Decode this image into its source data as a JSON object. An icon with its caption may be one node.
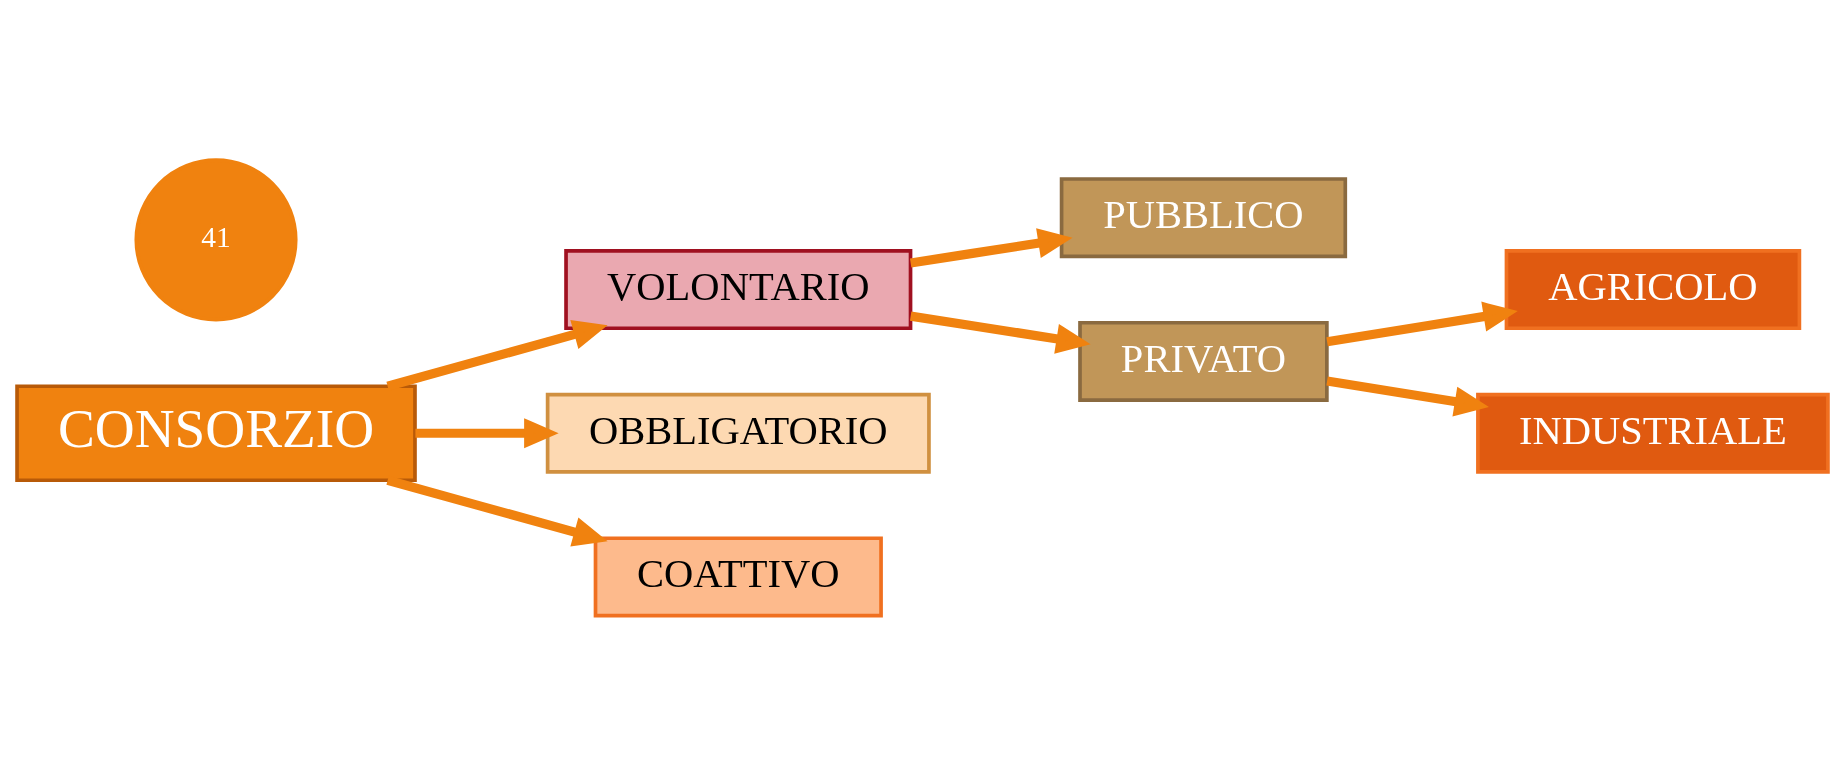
{
  "diagram": {
    "nodes": [
      {
        "text": [
          "CONSORZIO"
        ]
      },
      {
        "text": [
          "VOLONTARIO"
        ]
      },
      {
        "text": [
          "OBBLIGATORIO"
        ]
      },
      {
        "text": [
          "COATTIVO"
        ]
      },
      {
        "text": [
          "PUBBLICO"
        ]
      },
      {
        "text": [
          "PRIVATO"
        ]
      },
      {
        "text": [
          "AGRICOLO"
        ]
      },
      {
        "text": [
          "INDUSTRIALE"
        ]
      },
      {
        "text": [
          "41"
        ]
      }
    ],
    "edges": [
      {
        "from": 0,
        "to": 1,
        "arrow": "to"
      },
      {
        "from": 0,
        "to": 2,
        "arrow": "to"
      },
      {
        "from": 0,
        "to": 3,
        "arrow": "to"
      },
      {
        "from": 1,
        "to": 4,
        "arrow": "to"
      },
      {
        "from": 1,
        "to": 5,
        "arrow": "to"
      },
      {
        "from": 5,
        "to": 6,
        "arrow": "to"
      },
      {
        "from": 5,
        "to": 7,
        "arrow": "to"
      }
    ]
  }
}
